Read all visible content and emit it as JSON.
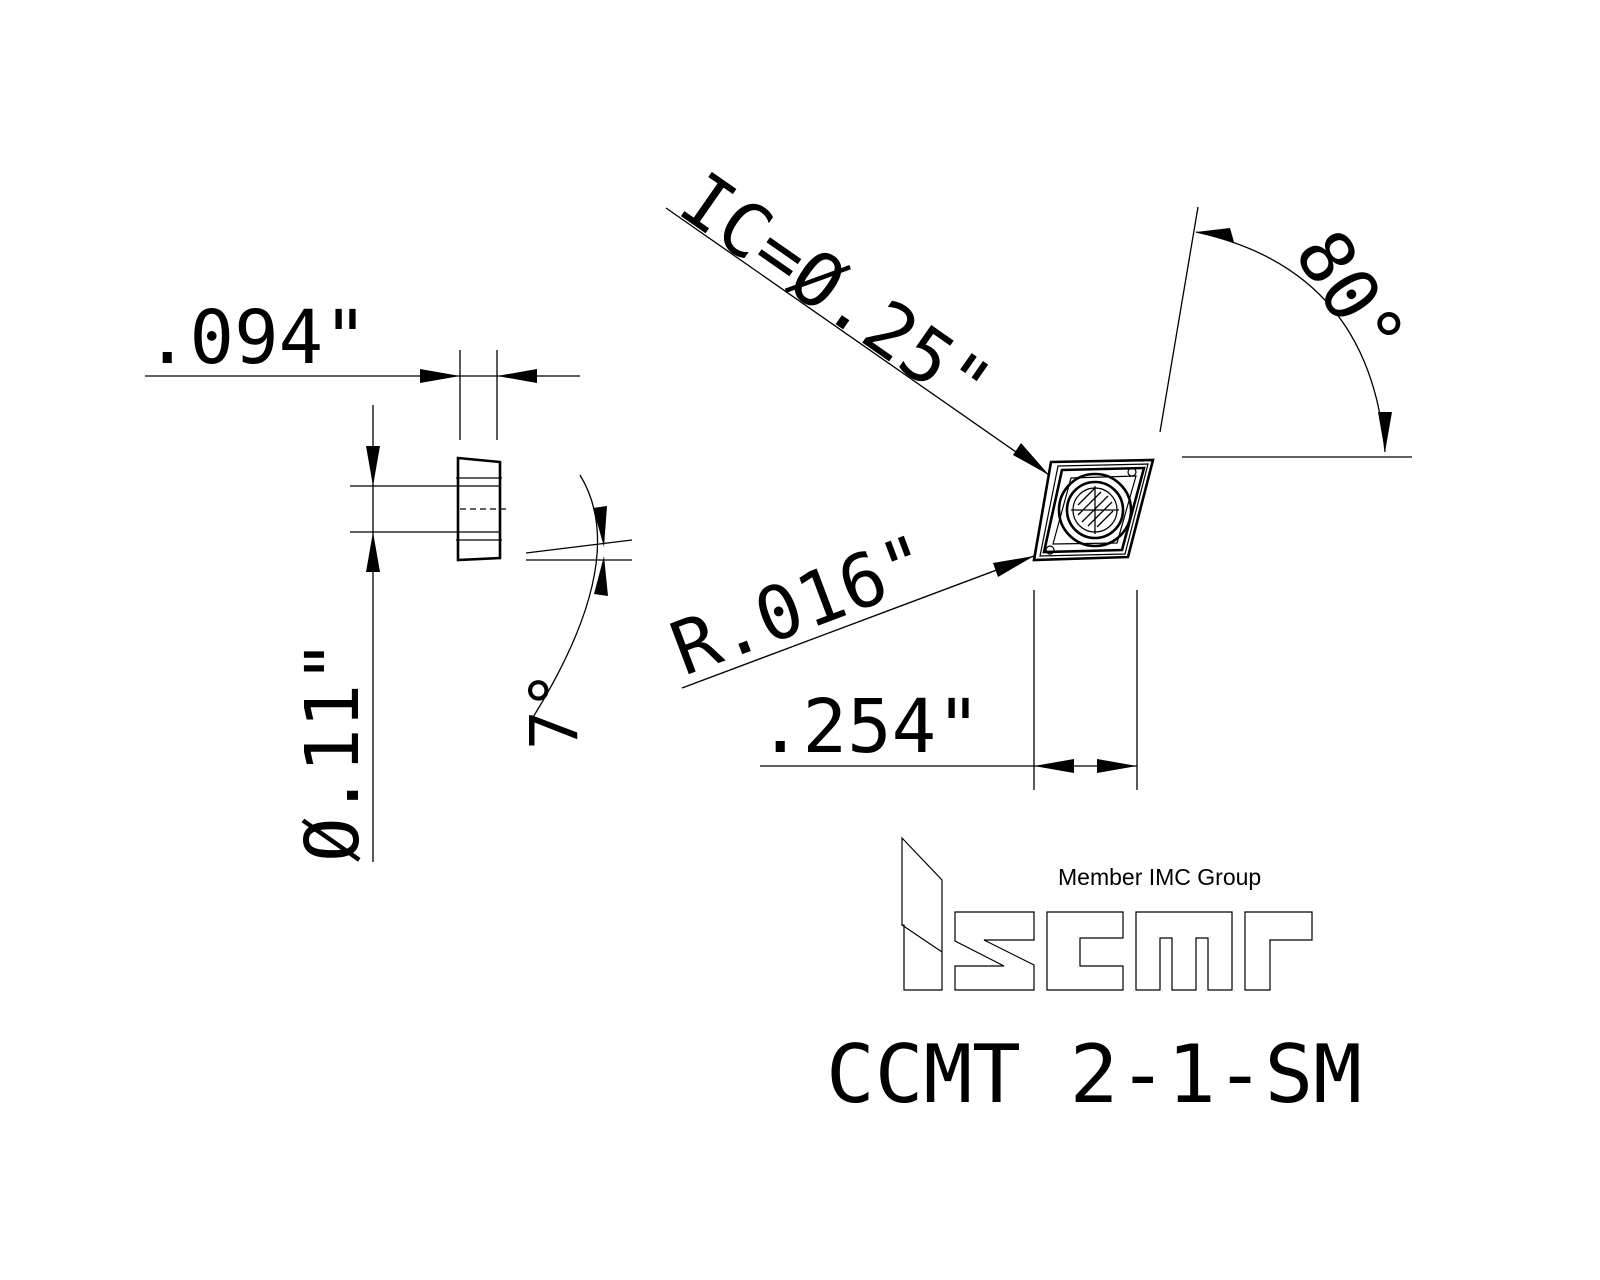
{
  "drawing": {
    "dimensions": {
      "thickness": ".094\"",
      "hole_diameter": "Ø.11\"",
      "inscribed_circle": "IC=Ø.25\"",
      "corner_radius": "R.016\"",
      "length": ".254\"",
      "included_angle": "80°",
      "clearance_angle": "7°"
    },
    "logo": {
      "tagline": "Member IMC Group",
      "brand": "iscar"
    },
    "part_number": "CCMT 2-1-SM"
  }
}
